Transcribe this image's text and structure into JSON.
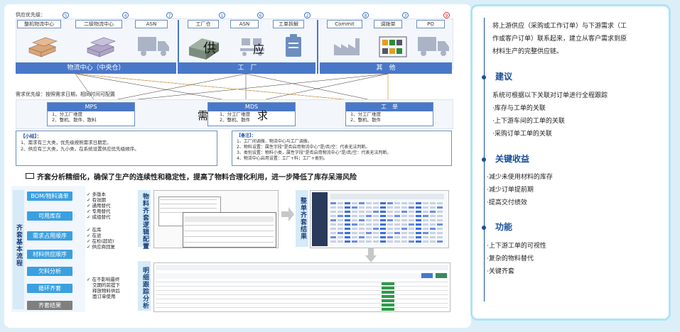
{
  "supply_label": "供应优先级：",
  "groups": [
    {
      "name": "物流中心（中央仓）",
      "items": [
        {
          "label": "整机物流中心",
          "num": "5"
        },
        {
          "label": "二级物流中心",
          "num": "4"
        },
        {
          "label": "ASN",
          "num": "7"
        }
      ]
    },
    {
      "name": "工　厂",
      "items": [
        {
          "label": "工厂仓",
          "num": "1"
        },
        {
          "label": "ASN",
          "num": "6"
        },
        {
          "label": "工单拆解",
          "num": "2"
        }
      ],
      "overlay": [
        "供",
        "应"
      ]
    },
    {
      "name": "其　他",
      "items": [
        {
          "label": "Commit",
          "num": "8"
        },
        {
          "label": "调拨单",
          "num": "3"
        },
        {
          "label": "PO",
          "num": "9"
        }
      ]
    }
  ],
  "demand_label": "需求优先级：按照需求日期，相同时间可配置",
  "mps": {
    "title": "MPS",
    "lines": [
      "1、分工厂维度",
      "2、整机、散件、散料"
    ]
  },
  "mds": {
    "title": "MDS",
    "lines": [
      "1、分工厂维度",
      "2、整机、散件"
    ],
    "overlay": [
      "需",
      "求"
    ]
  },
  "wo": {
    "title": "工　单",
    "lines": [
      "1、分工厂维度",
      "2、整机、散件"
    ]
  },
  "summary": {
    "title": "【小结】：",
    "lines": [
      "1、需求有三大类，优先级按照需求日期定。",
      "2、供应有三大类，九小类，在系统设置供应优先级顺序。"
    ]
  },
  "notes": {
    "title": "【备注】：",
    "lines": [
      "1、工厂间调拨、物流中心与工厂调拨。",
      "2、物料设置：属性字段\"是否启用物流中心\"是/否/空：代表无法判断。",
      "3、类别设置：物料小类，属性字段\"是否启用物流中心\"是/否/空：代表无法判断。",
      "4、物流中心启用设置：工厂+料；工厂+类别。"
    ]
  },
  "headline": "齐套分析精细化，确保了生产的连续性和稳定性，提高了物料合理化利用，进一步降低了库存呆滞风险",
  "process_label": "齐套基本流程",
  "steps": [
    "BOM/物料清单",
    "可用库存",
    "需求占用顺序",
    "材料供应顺序",
    "欠料分析",
    "循环齐套",
    "齐套结果"
  ],
  "bom_checks": [
    "多版本",
    "有效期",
    "通用替代",
    "专用替代",
    "成组替代"
  ],
  "stock_checks": [
    "在库",
    "在途",
    "在检(超验)",
    "供应商回复"
  ],
  "note_checks": [
    "在不影响最终",
    "交期的前提下",
    "释放物料供后",
    "面订单使用"
  ],
  "label_logic": "物料齐套逻辑配置",
  "label_result": "整单齐套结果",
  "label_detail": "明细跟踪分析",
  "right_intro": [
    "将上游供应（采购或工作订单）与下游需求（工",
    "作或客户订单）联系起来，建立从客户需求到原",
    "材料生产的完整供应链。"
  ],
  "sections": [
    {
      "title": "建议",
      "items": [
        "系统可根据以下关联对订单进行全程跟踪",
        "·库存与工单的关联",
        "·上下游车间的工单的关联",
        "·采购订单工单的关联"
      ]
    },
    {
      "title": "关键收益",
      "items": [
        "·减少未使用材料的库存",
        "·减少订单提前期",
        "·提高交付绩效"
      ]
    },
    {
      "title": "功能",
      "items": [
        "·上下游工单的可视性",
        "·复杂的物料替代",
        "·关键齐套"
      ]
    }
  ],
  "colors": {
    "accent": "#4a78c8",
    "flow": "#3ba0e0",
    "heading": "#1a4f9a",
    "panel_border": "#aee3f5"
  }
}
